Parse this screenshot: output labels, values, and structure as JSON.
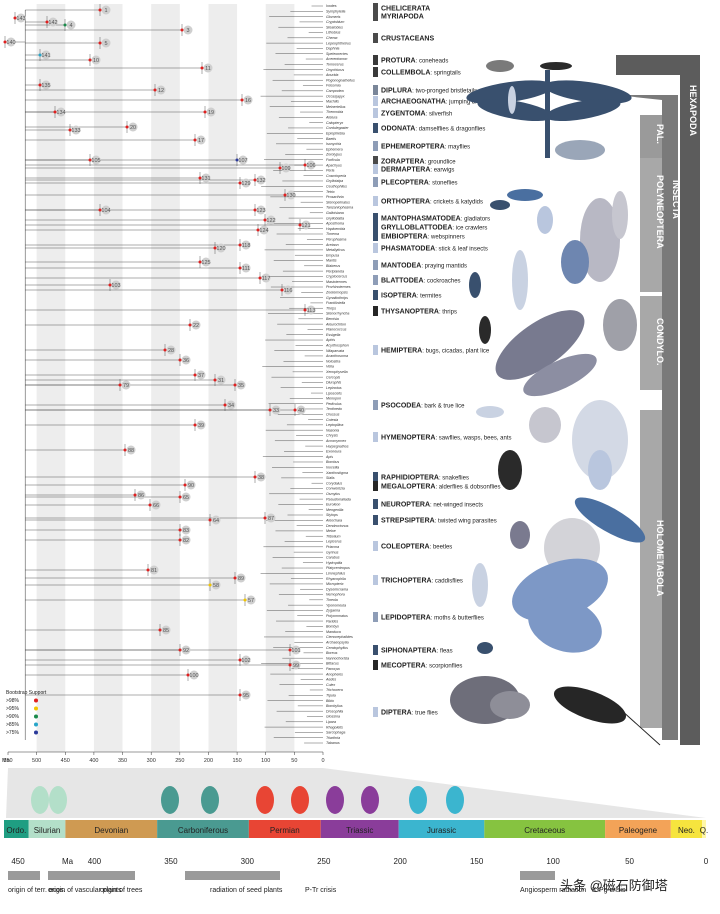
{
  "taxa": [
    "Ixodes",
    "Symphylella",
    "Glomeris",
    "Cryptobium",
    "Steatobius",
    "Lithobius",
    "Cherax",
    "Lepeophtheirus",
    "Daphnia",
    "Speleonectes",
    "Acerentomon",
    "Tomocerus",
    "Onychiurus",
    "Anurida",
    "Pogonognathellus",
    "Folsomia",
    "Campodea",
    "Occasjapyx",
    "Machilis",
    "Meinertellus",
    "Thermobia",
    "Atelura",
    "Calopteryx",
    "Cordulegaster",
    "Epiophlebia",
    "Baetis",
    "Isonychia",
    "Ephemera",
    "Zorotypus",
    "Forficula",
    "Apachyus",
    "Perla",
    "Cosmioperla",
    "Gryllotalpa",
    "Ceuthophilus",
    "Tetrix",
    "Prosarthria",
    "Stenopelmatus",
    "Tanzaniophasma",
    "Galloisiana",
    "Grylloblatta",
    "Aposthonia",
    "Haploembia",
    "Timema",
    "Peruphasma",
    "Aretaon",
    "Metallyticus",
    "Empusa",
    "Mantis",
    "Blaberus",
    "Periplaneta",
    "Cryptocercus",
    "Mastotermes",
    "Prorhinotermes",
    "Zootermopsis",
    "Gynaikothrips",
    "Frankliniella",
    "Thrips",
    "Stenorrhyncha",
    "Bemisia",
    "Aleurochiton",
    "Planococcus",
    "Essigella",
    "Aphis",
    "Acyrthosiphon",
    "Nilaparvata",
    "Acanthosoma",
    "Notostira",
    "Velia",
    "Xenophysella",
    "Cercopis",
    "Diuraphis",
    "Lepinotus",
    "Liposcelis",
    "Menopon",
    "Pediculus",
    "Tenthredo",
    "Orussus",
    "Cotesia",
    "Leptopilina",
    "Nasonia",
    "Chrysis",
    "Acromyrmex",
    "Harpegnathos",
    "Exoneura",
    "Apis",
    "Bombus",
    "Inocellia",
    "Xanthostigma",
    "Sialis",
    "Corydalus",
    "Conwentzia",
    "Osmylus",
    "Pseudomallada",
    "Euroleon",
    "Mengenilla",
    "Stylops",
    "Aleochara",
    "Dendroctonus",
    "Meloe",
    "Tribolium",
    "Lepicerus",
    "Priacma",
    "Gyrinus",
    "Carabus",
    "Hydroptila",
    "Platycentropus",
    "Limnephilus",
    "Rhyacophila",
    "Micropterix",
    "Dyseriocrania",
    "Nemophora",
    "Tineola",
    "Yponomeuta",
    "Zygaena",
    "Polyommatus",
    "Parides",
    "Bombyx",
    "Manduca",
    "Ctenocephalides",
    "Archaeopsylla",
    "Ceratophyllus",
    "Boreus",
    "Nannochorista",
    "Bittacus",
    "Panorpa",
    "Anopheles",
    "Aedes",
    "Culex",
    "Trichocera",
    "Tipula",
    "Bibio",
    "Bombylius",
    "Drosophila",
    "Glossina",
    "Lipara",
    "Rhagoletis",
    "Sarcophaga",
    "Triarthria",
    "Tabanus"
  ],
  "clades": [
    {
      "name": "CHELICERATA",
      "desc": "",
      "color": "#4a4a4a"
    },
    {
      "name": "MYRIAPODA",
      "desc": "",
      "color": "#4a4a4a"
    },
    {
      "name": "CRUSTACEANS",
      "desc": "",
      "color": "#4a4a4a"
    },
    {
      "name": "PROTURA",
      "desc": ": coneheads",
      "color": "#3a3a3a"
    },
    {
      "name": "COLLEMBOLA",
      "desc": ": springtails",
      "color": "#3a3a3a"
    },
    {
      "name": "DIPLURA",
      "desc": ": two-pronged bristletails",
      "color": "#7a8699"
    },
    {
      "name": "ARCHAEOGNATHA",
      "desc": ": jumping bristletails",
      "color": "#b9c6de"
    },
    {
      "name": "ZYGENTOMA",
      "desc": ": silverfish",
      "color": "#b9c6de"
    },
    {
      "name": "ODONATA",
      "desc": ": damselflies & dragonflies",
      "color": "#39506e"
    },
    {
      "name": "EPHEMEROPTERA",
      "desc": ": mayflies",
      "color": "#8e9db7"
    },
    {
      "name": "ZORAPTERA",
      "desc": ": groundlice",
      "color": "#4a4a4a"
    },
    {
      "name": "DERMAPTERA",
      "desc": ": earwigs",
      "color": "#b9c6de"
    },
    {
      "name": "PLECOPTERA",
      "desc": ": stoneflies",
      "color": "#8e9db7"
    },
    {
      "name": "ORTHOPTERA",
      "desc": ": crickets & katydids",
      "color": "#b9c6de"
    },
    {
      "name": "MANTOPHASMATODEA",
      "desc": ": gladiators",
      "color": "#39506e"
    },
    {
      "name": "GRYLLOBLATTODEA",
      "desc": ": ice crawlers",
      "color": "#39506e"
    },
    {
      "name": "EMBIOPTERA",
      "desc": ": webspinners",
      "color": "#39506e"
    },
    {
      "name": "PHASMATODEA",
      "desc": ": stick & leaf insects",
      "color": "#b9c6de"
    },
    {
      "name": "MANTODEA",
      "desc": ": praying mantids",
      "color": "#8e9db7"
    },
    {
      "name": "BLATTODEA",
      "desc": ": cockroaches",
      "color": "#8e9db7"
    },
    {
      "name": "ISOPTERA",
      "desc": ": termites",
      "color": "#39506e"
    },
    {
      "name": "THYSANOPTERA",
      "desc": ": thrips",
      "color": "#262626"
    },
    {
      "name": "HEMIPTERA",
      "desc": ": bugs, cicadas, plant lice",
      "color": "#b9c6de"
    },
    {
      "name": "PSOCODEA",
      "desc": ": bark & true lice",
      "color": "#8e9db7"
    },
    {
      "name": "HYMENOPTERA",
      "desc": ": sawflies, wasps, bees, ants",
      "color": "#b9c6de"
    },
    {
      "name": "RAPHIDIOPTERA",
      "desc": ": snakeflies",
      "color": "#39506e"
    },
    {
      "name": "MEGALOPTERA",
      "desc": ": alderflies & dobsonflies",
      "color": "#262626"
    },
    {
      "name": "NEUROPTERA",
      "desc": ": net-winged insects",
      "color": "#39506e"
    },
    {
      "name": "STREPSIPTERA",
      "desc": ": twisted wing parasites",
      "color": "#39506e"
    },
    {
      "name": "COLEOPTERA",
      "desc": ": beetles",
      "color": "#b9c6de"
    },
    {
      "name": "TRICHOPTERA",
      "desc": ": caddisflies",
      "color": "#b9c6de"
    },
    {
      "name": "LEPIDOPTERA",
      "desc": ": moths & butterflies",
      "color": "#8e9db7"
    },
    {
      "name": "SIPHONAPTERA",
      "desc": ": fleas",
      "color": "#39506e"
    },
    {
      "name": "MECOPTERA",
      "desc": ": scorpionflies",
      "color": "#262626"
    },
    {
      "name": "DIPTERA",
      "desc": ": true flies",
      "color": "#b9c6de"
    }
  ],
  "groups": {
    "hexapoda": "HEXAPODA",
    "insecta": "INSECTA",
    "pal": "PAL.",
    "polyneoptera": "POLYNEOPTERA",
    "condylo": "CONDYLO.",
    "holometabola": "HOLOMETABOLA"
  },
  "nodes": [
    "1",
    "2",
    "3",
    "4",
    "5",
    "6",
    "7",
    "8",
    "9",
    "10",
    "11",
    "12",
    "13",
    "14",
    "15",
    "16",
    "17",
    "18",
    "19",
    "20",
    "21",
    "22",
    "23",
    "24",
    "25",
    "26",
    "27",
    "28",
    "29",
    "30",
    "31",
    "32",
    "33",
    "34",
    "35",
    "36",
    "37",
    "38",
    "39",
    "40",
    "41",
    "42",
    "43",
    "44",
    "45",
    "46",
    "47",
    "48",
    "49",
    "50",
    "51",
    "52",
    "53",
    "54",
    "55",
    "56",
    "57",
    "58",
    "59",
    "60",
    "61",
    "62",
    "63",
    "64",
    "65",
    "66",
    "67",
    "68",
    "69",
    "70",
    "71",
    "72",
    "73",
    "74",
    "75",
    "76",
    "77",
    "78",
    "79",
    "80",
    "81",
    "82",
    "83",
    "84",
    "85",
    "86",
    "87",
    "88",
    "89",
    "90",
    "91",
    "92",
    "93",
    "94",
    "95",
    "96",
    "97",
    "98",
    "99",
    "100",
    "101",
    "102",
    "103",
    "104",
    "105",
    "106",
    "107",
    "108",
    "109",
    "110",
    "111",
    "112",
    "113",
    "114",
    "115",
    "116",
    "117",
    "118",
    "119",
    "120",
    "121",
    "122",
    "123",
    "124",
    "125",
    "126",
    "127",
    "128",
    "129",
    "130",
    "131",
    "132",
    "133",
    "134",
    "135",
    "136",
    "137",
    "138",
    "139",
    "140",
    "141",
    "142",
    "143"
  ],
  "tree_axis": {
    "unit": "Ma",
    "ticks": [
      "550",
      "500",
      "450",
      "400",
      "350",
      "300",
      "250",
      "200",
      "150",
      "100",
      "50",
      "0"
    ]
  },
  "legend": {
    "title": "Bootstrap Support",
    "items": [
      {
        "label": ">98%",
        "color": "#e02020"
      },
      {
        "label": ">95%",
        "color": "#f2c500"
      },
      {
        "label": ">90%",
        "color": "#1a8a4a"
      },
      {
        "label": ">85%",
        "color": "#29a6c9"
      },
      {
        "label": ">75%",
        "color": "#2b3a9a"
      }
    ]
  },
  "periods": [
    {
      "name": "Ordo.",
      "color": "#1f9e82"
    },
    {
      "name": "Silurian",
      "color": "#b3dfc9"
    },
    {
      "name": "Devonian",
      "color": "#cf9a52"
    },
    {
      "name": "Carboniferous",
      "color": "#4a9a91"
    },
    {
      "name": "Permian",
      "color": "#e84534"
    },
    {
      "name": "Triassic",
      "color": "#8a3d9a"
    },
    {
      "name": "Jurassic",
      "color": "#3bb5cf"
    },
    {
      "name": "Cretaceous",
      "color": "#86c340"
    },
    {
      "name": "Paleogene",
      "color": "#f3a358"
    },
    {
      "name": "Neo.",
      "color": "#f6e43e"
    },
    {
      "name": "Q.",
      "color": "#fff7a8"
    }
  ],
  "time_axis": {
    "unit": "Ma",
    "ticks": [
      "450",
      "400",
      "350",
      "300",
      "250",
      "200",
      "150",
      "100",
      "50",
      "0"
    ]
  },
  "events": [
    {
      "text": "origin of terr. ecos.",
      "color": "#222"
    },
    {
      "text": "origin of vascular plants",
      "color": "#222"
    },
    {
      "text": "origin of trees",
      "color": "#222"
    },
    {
      "text": "radiation of seed plants",
      "color": "#222"
    },
    {
      "text": "P-Tr crisis",
      "color": "#e02020"
    },
    {
      "text": "Angiosperm radiation",
      "color": "#222"
    },
    {
      "text": "K-Pg crisis",
      "color": "#e02020"
    }
  ],
  "watermark": "头条 @磁石防御塔",
  "silhouette_colors": {
    "dark": "#2a2a2a",
    "slate": "#6e7a91",
    "blue": "#8ea5c8",
    "pale": "#c9d2e2",
    "gray": "#b8b8be"
  }
}
